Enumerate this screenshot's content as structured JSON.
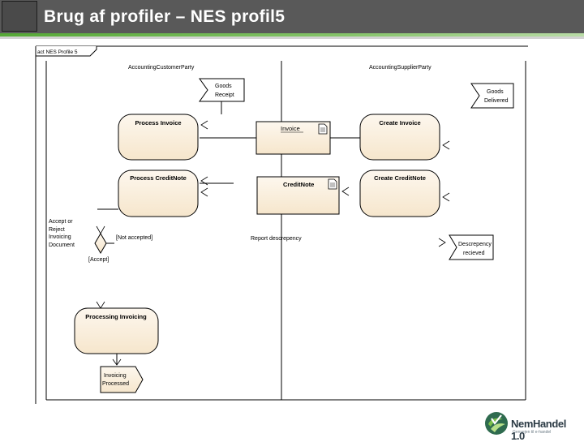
{
  "slide": {
    "title": "Brug af profiler – NES profil5"
  },
  "diagram": {
    "frame_label": "act NES Profile 5",
    "partitions": [
      "AccountingCustomerParty",
      "AccountingSupplierParty"
    ],
    "activities": {
      "process_invoice": "Process Invoice",
      "process_creditnote": "Process CreditNote",
      "create_invoice": "Create Invoice",
      "create_creditnote": "Create CreditNote",
      "processing_invoicing": "Processing Invoicing"
    },
    "objects": {
      "invoice": "Invoice",
      "creditnote": "CreditNote"
    },
    "signals": {
      "goods_receipt": [
        "Goods",
        "Receipt"
      ],
      "goods_delivered": [
        "Goods",
        "Delivered"
      ],
      "discrepancy_recieved": [
        "Descrepency",
        "recieved"
      ],
      "invoicing_processed": [
        "Invoicing",
        "Processed"
      ]
    },
    "decision_note": [
      "Accept or",
      "Reject",
      "Invoicing",
      "Document"
    ],
    "guards": {
      "not_accepted": "[Not accepted]",
      "accept": "[Accept]"
    },
    "flow_labels": {
      "report_discrepancy": "Report descrepency"
    }
  },
  "logo": {
    "name": "NemHandel 1.0",
    "tagline": "Genvejen til e-handel"
  },
  "colors": {
    "title_bar": "#595959",
    "accent_green": "#55a836",
    "activity_fill": "#fbefdc",
    "line": "#000000"
  }
}
